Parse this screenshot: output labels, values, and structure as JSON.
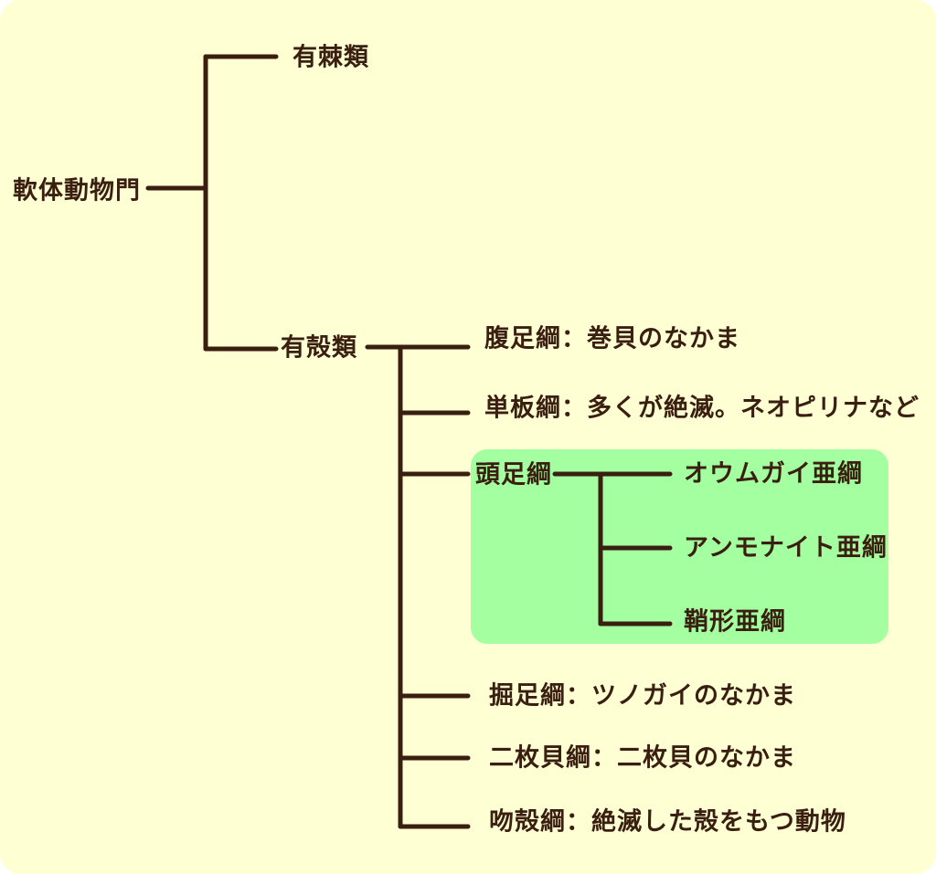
{
  "colors": {
    "background": "#ffffd4",
    "line": "#3a1f10",
    "highlight": "#a3ff9f"
  },
  "root": "軟体動物門",
  "level1": [
    {
      "label": "有棘類"
    },
    {
      "label": "有殻類"
    }
  ],
  "classes": [
    {
      "label": "腹足綱：巻貝のなかま"
    },
    {
      "label": "単板綱：多くが絶滅。ネオピリナなど"
    },
    {
      "label": "頭足綱"
    },
    {
      "label": "掘足綱：ツノガイのなかま"
    },
    {
      "label": "二枚貝綱：二枚貝のなかま"
    },
    {
      "label": "吻殻綱：絶滅した殻をもつ動物"
    }
  ],
  "subclasses": [
    {
      "label": "オウムガイ亜綱"
    },
    {
      "label": "アンモナイト亜綱"
    },
    {
      "label": "鞘形亜綱"
    }
  ]
}
